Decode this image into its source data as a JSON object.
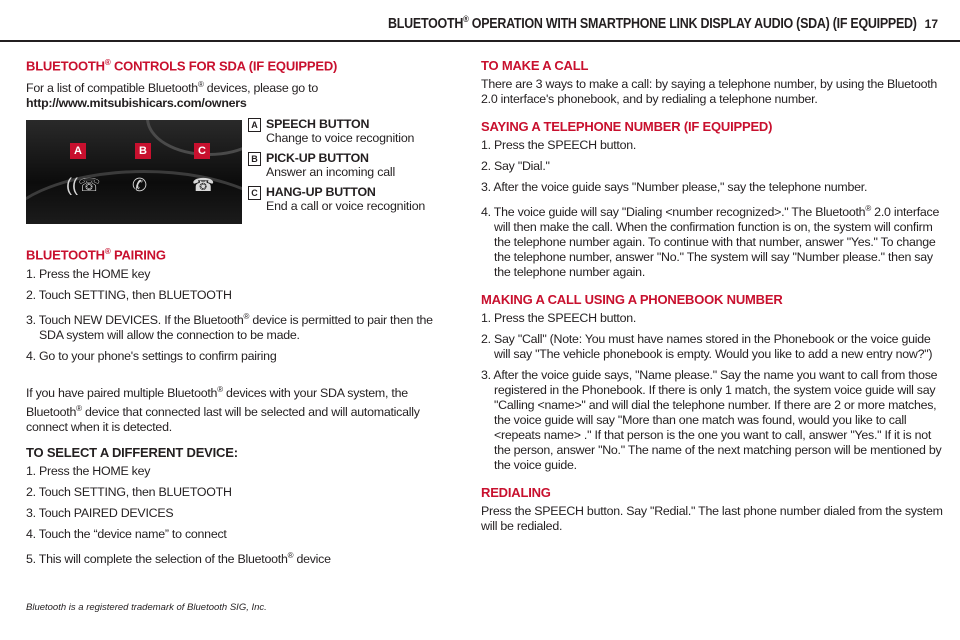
{
  "header": {
    "title_pre": "BLUETOOTH",
    "reg": "®",
    "title_post": " OPERATION WITH SMARTPHONE LINK DISPLAY AUDIO (SDA) (IF EQUIPPED)",
    "page": "17"
  },
  "left": {
    "controls": {
      "heading_pre": "BLUETOOTH",
      "heading_post": " CONTROLS FOR SDA (IF EQUIPPED)",
      "intro_pre": "For a list of compatible Bluetooth",
      "intro_post": " devices, please go to",
      "url": "http://www.mitsubishicars.com/owners"
    },
    "figure": {
      "badges": [
        "A",
        "B",
        "C"
      ],
      "items": [
        {
          "letter": "A",
          "title": "SPEECH BUTTON",
          "desc": "Change to voice recognition"
        },
        {
          "letter": "B",
          "title": "PICK-UP BUTTON",
          "desc": "Answer an incoming call"
        },
        {
          "letter": "C",
          "title": "HANG-UP BUTTON",
          "desc": "End a call or voice recognition"
        }
      ]
    },
    "pairing": {
      "heading_pre": "BLUETOOTH",
      "heading_post": " PAIRING",
      "steps": [
        "1. Press the HOME key",
        "2. Touch SETTING, then BLUETOOTH",
        "3. Touch NEW DEVICES.  If the Bluetooth",
        "4. Go to your phone's settings to confirm pairing"
      ],
      "step3_post": " device is permitted to pair then the SDA system will allow the connection to be made.",
      "para_a": "If you have paired multiple Bluetooth",
      "para_b": " devices with your SDA system, the Bluetooth",
      "para_c": " device that connected last will be selected and will automatically connect when it is detected."
    },
    "select": {
      "heading": "TO SELECT A DIFFERENT DEVICE:",
      "steps": [
        "1. Press the HOME key",
        "2. Touch SETTING, then BLUETOOTH",
        "3. Touch PAIRED DEVICES",
        "4. Touch the “device name” to connect",
        "5.  This will complete the selection of the Bluetooth"
      ],
      "step5_post": " device"
    },
    "footnote": "Bluetooth is a registered trademark of Bluetooth SIG, Inc."
  },
  "right": {
    "make_call": {
      "heading": "TO MAKE A CALL",
      "text": "There are 3 ways to make a call: by saying a telephone number, by using the Bluetooth 2.0 interface's phonebook, and by redialing a telephone number."
    },
    "saying": {
      "heading": "SAYING A TELEPHONE NUMBER (IF EQUIPPED)",
      "steps": [
        "1. Press the SPEECH button.",
        "2. Say \"Dial.\"",
        "3. After the voice guide says \"Number please,\" say the telephone number.",
        "4. The voice guide will say \"Dialing <number recognized>.\" The Bluetooth"
      ],
      "step4_post": " 2.0 interface will then make the call. When the confirmation function is on, the system will confirm the telephone number again. To continue with that number, answer \"Yes.\" To change the telephone number, answer \"No.\" The system will say \"Number please.\" then say the telephone number again."
    },
    "phonebook": {
      "heading": "MAKING A CALL USING A PHONEBOOK NUMBER",
      "steps": [
        "1. Press the SPEECH button.",
        "2. Say \"Call\" (Note: You must have names stored in the Phonebook or the voice guide will say \"The vehicle phonebook is empty. Would you like to add a new entry now?\")",
        "3. After the voice guide says, \"Name please.\" Say the name you want to call from those registered in the Phonebook. If there is only 1 match, the system voice guide will say \"Calling <name>\" and will dial the telephone number. If there are 2 or more matches, the voice guide will say \"More than one match was found, would you like to call <repeats name> .\" If that person is the one you want to call, answer \"Yes.\" If it is not the person, answer \"No.\" The name of the next matching person will be mentioned by the voice guide."
      ]
    },
    "redialing": {
      "heading": "REDIALING",
      "text": "Press the SPEECH button. Say \"Redial.\" The last phone number dialed from the system will be redialed."
    }
  }
}
